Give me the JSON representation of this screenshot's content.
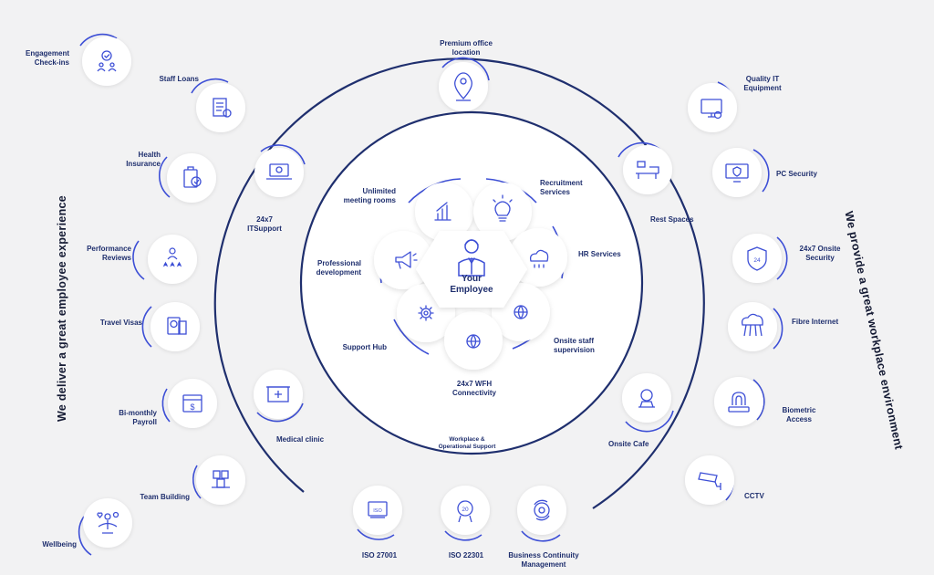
{
  "center": {
    "line1": "Your",
    "line2": "Employee"
  },
  "left_title": "We deliver a great employee experience",
  "right_title": "We provide a great workplace environment",
  "inner": {
    "top_left": [
      "Unlimited",
      "meeting rooms"
    ],
    "top_right": [
      "Recruitment",
      "Services"
    ],
    "right": [
      "HR Services"
    ],
    "left": [
      "Professional",
      "development"
    ],
    "bottom_left": [
      "Support Hub"
    ],
    "bottom_right": [
      "Onsite staff",
      "supervision"
    ],
    "bottom": [
      "24x7 WFH",
      "Connectivity"
    ],
    "footer": [
      "Workplace &",
      "Operational Support"
    ]
  },
  "middle": {
    "premium": [
      "Premium office",
      "location"
    ],
    "it_support": [
      "24x7",
      "ITSupport"
    ],
    "medical": [
      "Medical clinic"
    ],
    "rest": [
      "Rest Spaces"
    ],
    "cafe": [
      "Onsite Cafe"
    ]
  },
  "left_items": {
    "engagement": [
      "Engagement",
      "Check-ins"
    ],
    "loans": [
      "Staff Loans"
    ],
    "health": [
      "Health",
      "Insurance"
    ],
    "performance": [
      "Performance",
      "Reviews"
    ],
    "visas": [
      "Travel Visas"
    ],
    "payroll": [
      "Bi-monthly",
      "Payroll"
    ],
    "team": [
      "Team Building"
    ],
    "wellbeing": [
      "Wellbeing"
    ]
  },
  "right_items": {
    "it_equipment": [
      "Quality IT",
      "Equipment"
    ],
    "pc_security": [
      "PC Security"
    ],
    "onsite_security": [
      "24x7 Onsite",
      "Security"
    ],
    "fibre": [
      "Fibre Internet"
    ],
    "biometric": [
      "Biometric",
      "Access"
    ],
    "cctv": [
      "CCTV"
    ]
  },
  "bottom_items": {
    "iso27001": [
      "ISO 27001"
    ],
    "iso22301": [
      "ISO 22301"
    ],
    "bcm": [
      "Business Continuity",
      "Management"
    ]
  },
  "colors": {
    "navy": "#1f2f6e",
    "accent": "#3d4fd6",
    "background": "#f2f2f3"
  }
}
